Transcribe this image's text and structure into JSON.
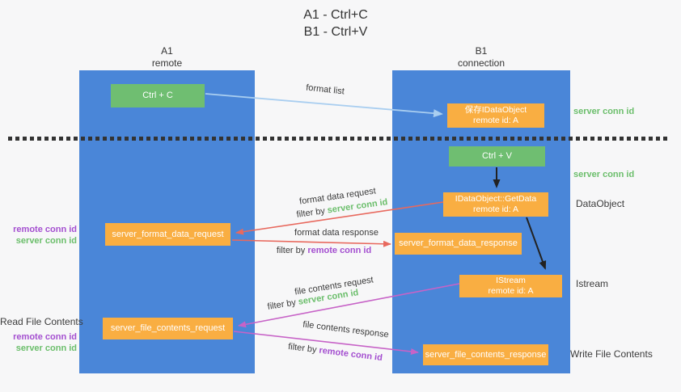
{
  "title": {
    "line1": "A1 - Ctrl+C",
    "line2": "B1 - Ctrl+V"
  },
  "lanes": {
    "a1": {
      "title": "A1",
      "subtitle": "remote"
    },
    "b1": {
      "title": "B1",
      "subtitle": "connection"
    }
  },
  "nodes": {
    "ctrl_c": {
      "label": "Ctrl + C"
    },
    "save_idataobject": {
      "line1": "保存IDataObject",
      "line2": "remote id: A"
    },
    "ctrl_v": {
      "label": "Ctrl + V"
    },
    "getdata": {
      "line1": "IDataObject::GetData",
      "line2": "remote id: A"
    },
    "format_request": {
      "label": "server_format_data_request"
    },
    "format_response": {
      "label": "server_format_data_response"
    },
    "istream": {
      "line1": "IStream",
      "line2": "remote id: A"
    },
    "file_request": {
      "label": "server_file_contents_request"
    },
    "file_response": {
      "label": "server_file_contents_response"
    }
  },
  "edge_labels": {
    "format_list": "format list",
    "format_data_request": "format data request",
    "filter_server_1": {
      "prefix": "filter by ",
      "value": "server conn id"
    },
    "format_data_response": "format data response",
    "filter_remote_1": {
      "prefix": "filter by ",
      "value": "remote conn id"
    },
    "file_contents_request": "file contents request",
    "filter_server_2": {
      "prefix": "filter by ",
      "value": "server conn id"
    },
    "file_contents_response": "file contents response",
    "filter_remote_2": {
      "prefix": "filter by ",
      "value": "remote conn id"
    }
  },
  "side_labels": {
    "right_server_conn_top": "server conn id",
    "right_server_conn_mid": "server conn id",
    "right_dataobject": "DataObject",
    "right_istream": "Istream",
    "right_write_file": "Write File Contents",
    "left_remote_conn_1": "remote conn id",
    "left_server_conn_1": "server conn id",
    "left_read_file": "Read File Contents",
    "left_remote_conn_2": "remote conn id",
    "left_server_conn_2": "server conn id"
  },
  "colors": {
    "lane-blue": "#4A86D8",
    "node-green": "#6FBE71",
    "node-orange": "#F9AE42",
    "arrow-lightblue": "#A9CEF0",
    "arrow-red": "#E8695E",
    "arrow-magenta": "#C763C7",
    "arrow-black": "#222222",
    "text-green": "#6BBE6B",
    "text-purple": "#A44FD0",
    "text-dark": "#3B3B3B",
    "dotted-line": "#333333"
  }
}
